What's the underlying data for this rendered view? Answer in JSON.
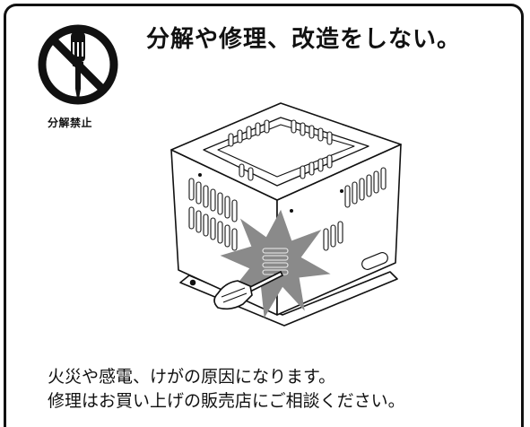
{
  "warning": {
    "title": "分解や修理、改造をしない。",
    "prohibition_icon": "no-disassembly-icon",
    "prohibition_label": "分解禁止",
    "illustration": "disassembly-warning-illustration",
    "message_lines": [
      "火災や感電、けがの原因になります。",
      "修理はお買い上げの販売店にご相談ください。"
    ]
  },
  "colors": {
    "ink": "#111111",
    "flash": "#8a8a8a",
    "background": "#ffffff"
  }
}
